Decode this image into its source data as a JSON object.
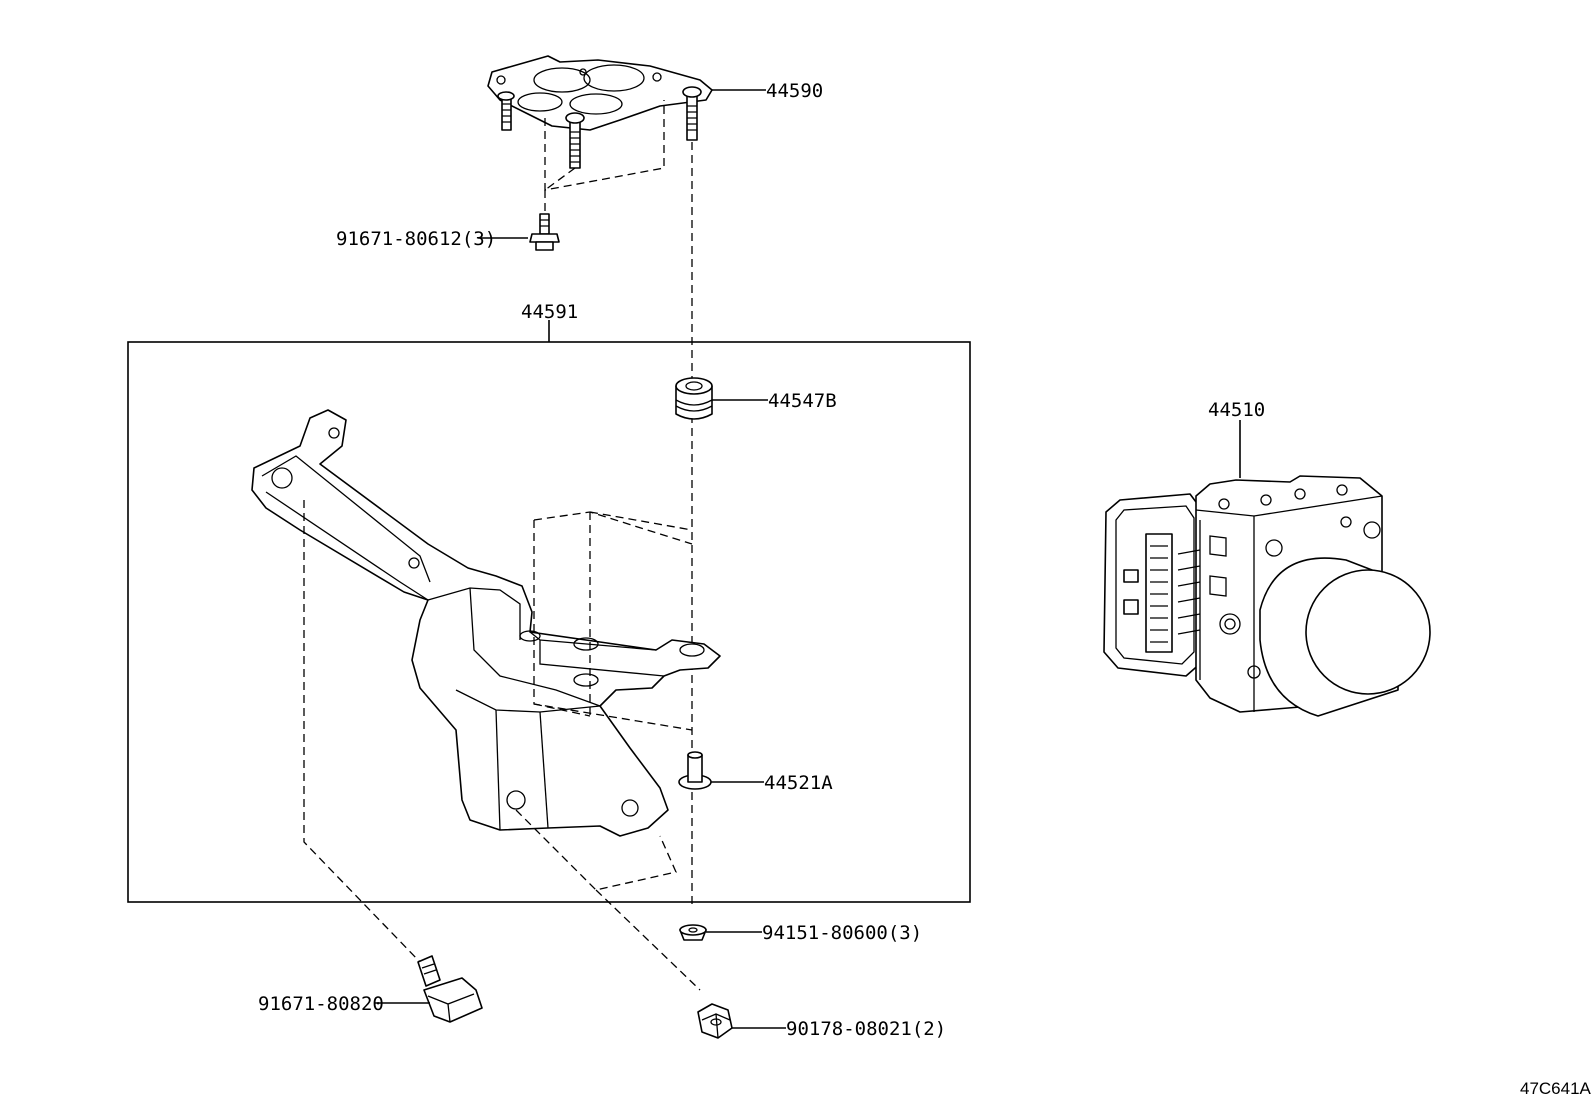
{
  "labels": {
    "p44590": "44590",
    "p91671_80612": "91671-80612(3)",
    "p44591": "44591",
    "p44547B": "44547B",
    "p44510": "44510",
    "p44521A": "44521A",
    "p94151_80600": "94151-80600(3)",
    "p91671_80820": "91671-80820",
    "p90178_08021": "90178-08021(2)",
    "diagram_ref": "47C641A"
  }
}
